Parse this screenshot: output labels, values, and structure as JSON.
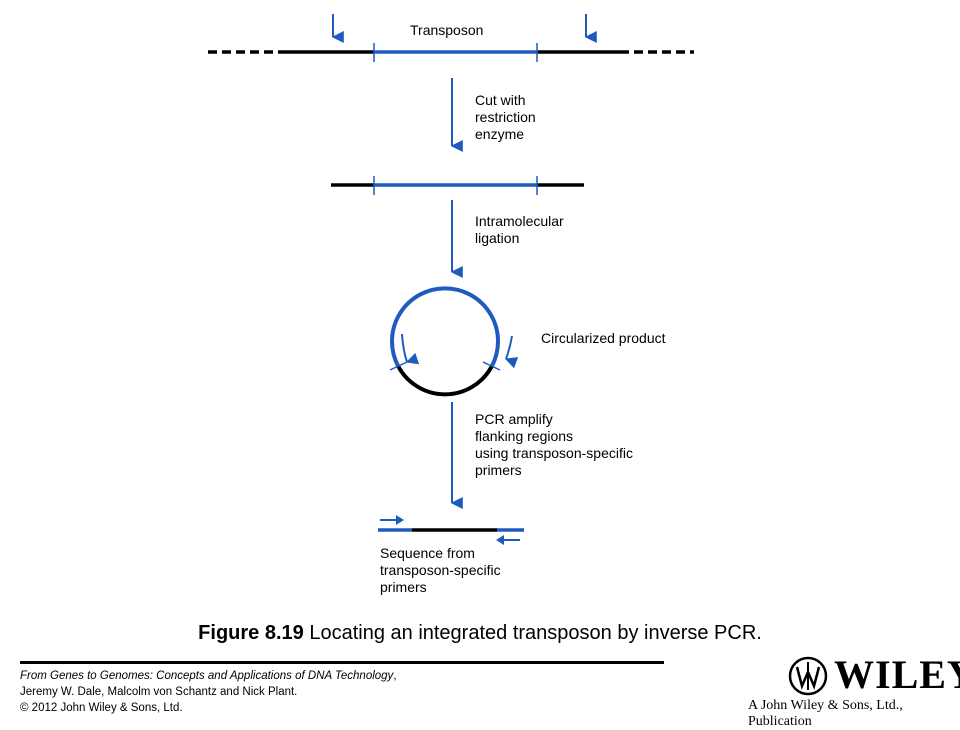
{
  "diagram": {
    "transposon_label": "Transposon",
    "step1_label": "Cut  with\nrestriction\nenzyme",
    "step2_label": "Intramolecular\nligation",
    "circular_label": "Circularized product",
    "step3_label": "PCR amplify\nflanking regions\nusing transposon-specific\nprimers",
    "final_label": "Sequence from\ntransposon-specific\nprimers",
    "colors": {
      "transposon": "#1f5bbf",
      "flanking": "#000000",
      "arrow": "#1f5bbf"
    }
  },
  "caption": {
    "number": "Figure 8.19",
    "text": " Locating an integrated transposon by inverse PCR."
  },
  "footer": {
    "book_title": "From Genes to Genomes: Concepts and Applications of DNA Technology",
    "book_suffix": ",",
    "authors": "Jeremy W. Dale, Malcolm von Schantz and Nick Plant.",
    "copyright": "© 2012 John Wiley & Sons, Ltd."
  },
  "publisher": {
    "wordmark": "WILEY",
    "tagline": "A John Wiley & Sons, Ltd., Publication"
  }
}
